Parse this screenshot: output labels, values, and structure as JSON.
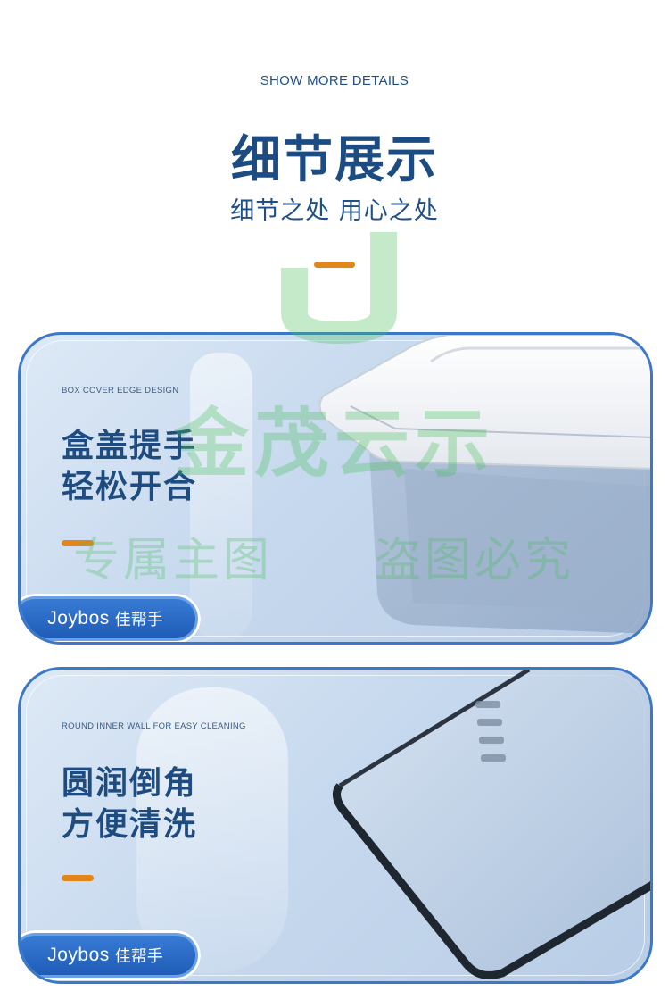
{
  "header": {
    "eyebrow": "SHOW MORE DETAILS",
    "title": "细节展示",
    "subtitle": "细节之处 用心之处"
  },
  "watermark": {
    "main": "金茂云示",
    "left": "专属主图",
    "right": "盗图必究"
  },
  "cards": [
    {
      "en": "BOX COVER EDGE DESIGN",
      "zh_line1": "盒盖提手",
      "zh_line2": "轻松开合",
      "brand_en": "Joybos",
      "brand_zh": "佳帮手"
    },
    {
      "en": "ROUND INNER WALL FOR EASY CLEANING",
      "zh_line1": "圆润倒角",
      "zh_line2": "方便清洗",
      "brand_en": "Joybos",
      "brand_zh": "佳帮手"
    }
  ],
  "colors": {
    "primary": "#1d4c83",
    "accent": "#e2861b",
    "card_border": "#3d78c7",
    "brand_pill": "#1c58b3"
  }
}
